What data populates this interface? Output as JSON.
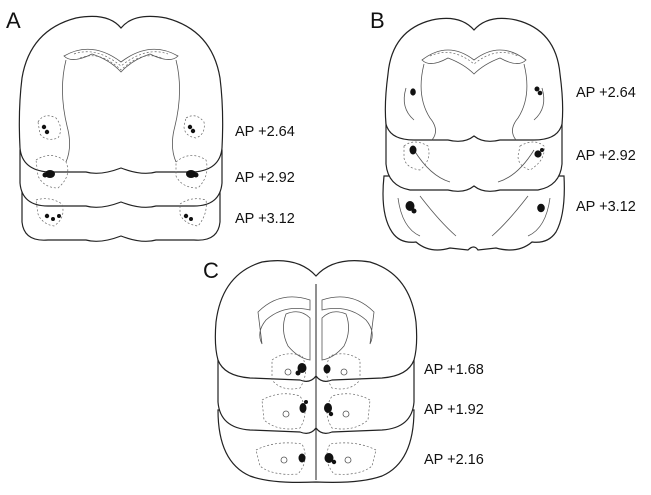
{
  "panels": [
    {
      "letter": "A",
      "labels": [
        "AP +2.64",
        "AP +2.92",
        "AP +3.12"
      ]
    },
    {
      "letter": "B",
      "labels": [
        "AP +2.64",
        "AP +2.92",
        "AP +3.12"
      ]
    },
    {
      "letter": "C",
      "labels": [
        "AP +1.68",
        "AP +1.92",
        "AP +2.16"
      ]
    }
  ],
  "colors": {
    "outline": "#222222",
    "lesion": "#111111",
    "background": "#ffffff"
  }
}
